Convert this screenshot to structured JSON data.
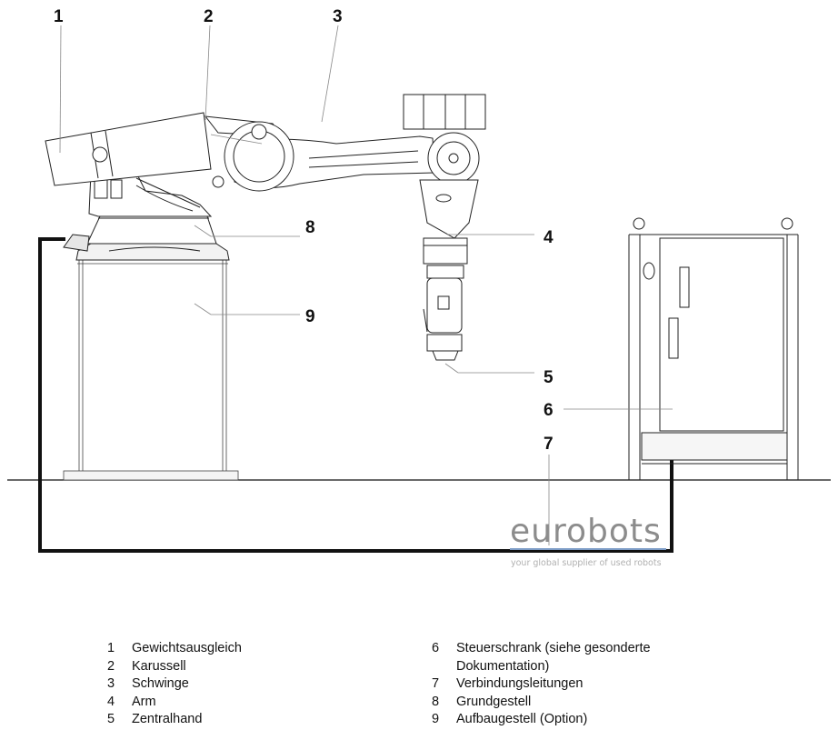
{
  "callouts": [
    "1",
    "2",
    "3",
    "4",
    "5",
    "6",
    "7",
    "8",
    "9"
  ],
  "watermark": {
    "brand": "eurobots",
    "tagline": "your global supplier of used robots"
  },
  "legend": {
    "left": [
      {
        "num": "1",
        "text": "Gewichtsausgleich"
      },
      {
        "num": "2",
        "text": "Karussell"
      },
      {
        "num": "3",
        "text": "Schwinge"
      },
      {
        "num": "4",
        "text": "Arm"
      },
      {
        "num": "5",
        "text": "Zentralhand"
      }
    ],
    "right": [
      {
        "num": "6",
        "text": "Steuerschrank (siehe  gesonderte Dokumentation)"
      },
      {
        "num": "7",
        "text": "Verbindungsleitungen"
      },
      {
        "num": "8",
        "text": "Grundgestell"
      },
      {
        "num": "9",
        "text": "Aufbaugestell (Option)"
      }
    ]
  }
}
